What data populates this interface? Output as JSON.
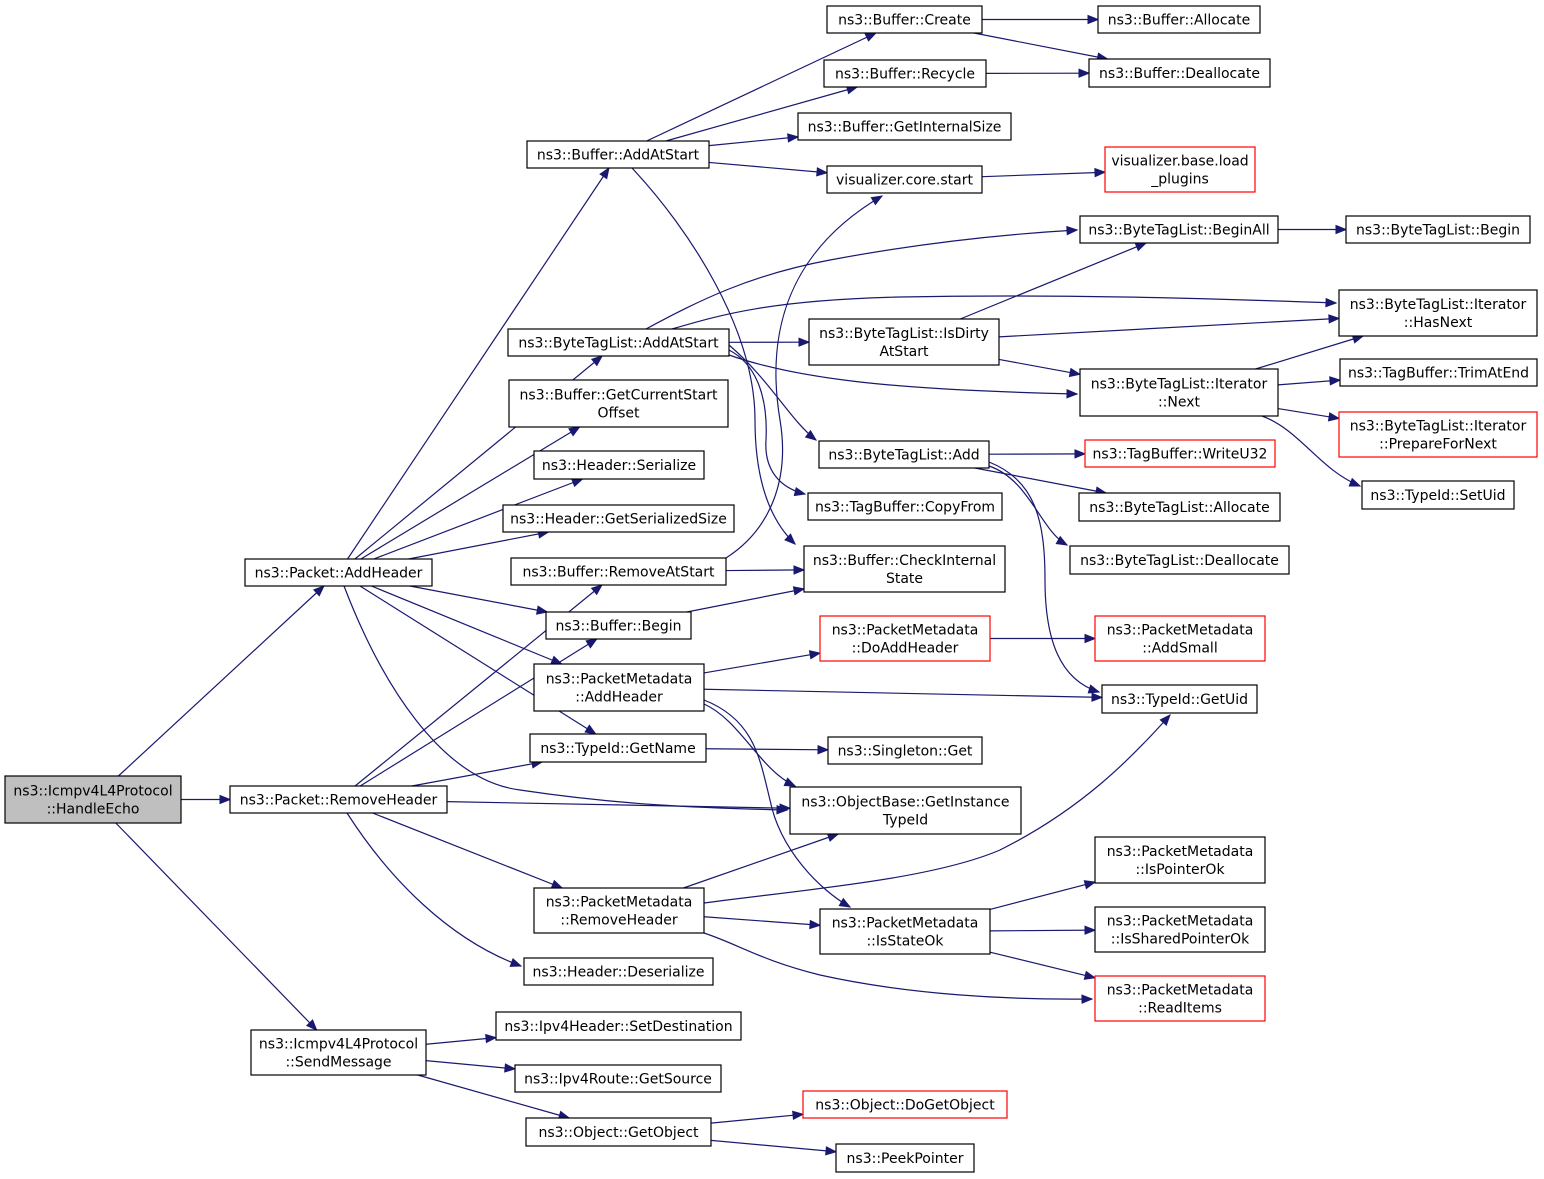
{
  "colors": {
    "edge": "#191970",
    "root_fill": "#bfbfbf",
    "truncated_border": "#ff0000",
    "border": "#000000"
  },
  "nodes": {
    "handle_echo": [
      "ns3::Icmpv4L4Protocol",
      "::HandleEcho"
    ],
    "packet_add_header": [
      "ns3::Packet::AddHeader"
    ],
    "packet_remove_header": [
      "ns3::Packet::RemoveHeader"
    ],
    "send_message": [
      "ns3::Icmpv4L4Protocol",
      "::SendMessage"
    ],
    "buffer_add_at_start": [
      "ns3::Buffer::AddAtStart"
    ],
    "bytetaglist_add_at_start": [
      "ns3::ByteTagList::AddAtStart"
    ],
    "buffer_get_current_start_offset": [
      "ns3::Buffer::GetCurrentStart",
      "Offset"
    ],
    "header_serialize": [
      "ns3::Header::Serialize"
    ],
    "header_get_serialized_size": [
      "ns3::Header::GetSerializedSize"
    ],
    "buffer_remove_at_start": [
      "ns3::Buffer::RemoveAtStart"
    ],
    "buffer_begin": [
      "ns3::Buffer::Begin"
    ],
    "pm_add_header": [
      "ns3::PacketMetadata",
      "::AddHeader"
    ],
    "typeid_get_name": [
      "ns3::TypeId::GetName"
    ],
    "pm_remove_header": [
      "ns3::PacketMetadata",
      "::RemoveHeader"
    ],
    "header_deserialize": [
      "ns3::Header::Deserialize"
    ],
    "ipv4header_set_destination": [
      "ns3::Ipv4Header::SetDestination"
    ],
    "ipv4route_get_source": [
      "ns3::Ipv4Route::GetSource"
    ],
    "object_get_object": [
      "ns3::Object::GetObject"
    ],
    "buffer_create": [
      "ns3::Buffer::Create"
    ],
    "buffer_recycle": [
      "ns3::Buffer::Recycle"
    ],
    "buffer_get_internal_size": [
      "ns3::Buffer::GetInternalSize"
    ],
    "visualizer_core_start": [
      "visualizer.core.start"
    ],
    "bytetaglist_is_dirty_at_start": [
      "ns3::ByteTagList::IsDirty",
      "AtStart"
    ],
    "bytetaglist_add": [
      "ns3::ByteTagList::Add"
    ],
    "tagbuffer_copy_from": [
      "ns3::TagBuffer::CopyFrom"
    ],
    "buffer_check_internal_state": [
      "ns3::Buffer::CheckInternal",
      "State"
    ],
    "pm_do_add_header": [
      "ns3::PacketMetadata",
      "::DoAddHeader"
    ],
    "singleton_get": [
      "ns3::Singleton::Get"
    ],
    "objectbase_get_instance_typeid": [
      "ns3::ObjectBase::GetInstance",
      "TypeId"
    ],
    "pm_is_state_ok": [
      "ns3::PacketMetadata",
      "::IsStateOk"
    ],
    "object_do_get_object": [
      "ns3::Object::DoGetObject"
    ],
    "peek_pointer": [
      "ns3::PeekPointer"
    ],
    "buffer_allocate": [
      "ns3::Buffer::Allocate"
    ],
    "buffer_deallocate": [
      "ns3::Buffer::Deallocate"
    ],
    "visualizer_load_plugins": [
      "visualizer.base.load",
      "_plugins"
    ],
    "bytetaglist_begin_all": [
      "ns3::ByteTagList::BeginAll"
    ],
    "iterator_has_next": [
      "ns3::ByteTagList::Iterator",
      "::HasNext"
    ],
    "iterator_next": [
      "ns3::ByteTagList::Iterator",
      "::Next"
    ],
    "tagbuffer_write_u32": [
      "ns3::TagBuffer::WriteU32"
    ],
    "bytetaglist_allocate": [
      "ns3::ByteTagList::Allocate"
    ],
    "bytetaglist_deallocate": [
      "ns3::ByteTagList::Deallocate"
    ],
    "pm_add_small": [
      "ns3::PacketMetadata",
      "::AddSmall"
    ],
    "typeid_get_uid": [
      "ns3::TypeId::GetUid"
    ],
    "pm_is_pointer_ok": [
      "ns3::PacketMetadata",
      "::IsPointerOk"
    ],
    "pm_is_shared_pointer_ok": [
      "ns3::PacketMetadata",
      "::IsSharedPointerOk"
    ],
    "pm_read_items": [
      "ns3::PacketMetadata",
      "::ReadItems"
    ],
    "bytetaglist_begin": [
      "ns3::ByteTagList::Begin"
    ],
    "tagbuffer_trim_at_end": [
      "ns3::TagBuffer::TrimAtEnd"
    ],
    "iterator_prepare_for_next": [
      "ns3::ByteTagList::Iterator",
      "::PrepareForNext"
    ],
    "typeid_set_uid": [
      "ns3::TypeId::SetUid"
    ]
  },
  "root": "handle_echo",
  "truncated": [
    "visualizer_load_plugins",
    "iterator_prepare_for_next",
    "tagbuffer_write_u32",
    "pm_do_add_header",
    "pm_add_small",
    "pm_read_items",
    "object_do_get_object"
  ],
  "edges": [
    [
      "handle_echo",
      "packet_add_header"
    ],
    [
      "handle_echo",
      "packet_remove_header"
    ],
    [
      "handle_echo",
      "send_message"
    ],
    [
      "packet_add_header",
      "buffer_add_at_start"
    ],
    [
      "packet_add_header",
      "bytetaglist_add_at_start"
    ],
    [
      "packet_add_header",
      "buffer_get_current_start_offset"
    ],
    [
      "packet_add_header",
      "header_serialize"
    ],
    [
      "packet_add_header",
      "header_get_serialized_size"
    ],
    [
      "packet_add_header",
      "buffer_begin"
    ],
    [
      "packet_add_header",
      "pm_add_header"
    ],
    [
      "packet_add_header",
      "typeid_get_name"
    ],
    [
      "packet_add_header",
      "objectbase_get_instance_typeid"
    ],
    [
      "packet_remove_header",
      "buffer_remove_at_start"
    ],
    [
      "packet_remove_header",
      "buffer_begin"
    ],
    [
      "packet_remove_header",
      "typeid_get_name"
    ],
    [
      "packet_remove_header",
      "objectbase_get_instance_typeid"
    ],
    [
      "packet_remove_header",
      "pm_remove_header"
    ],
    [
      "packet_remove_header",
      "header_deserialize"
    ],
    [
      "send_message",
      "ipv4header_set_destination"
    ],
    [
      "send_message",
      "ipv4route_get_source"
    ],
    [
      "send_message",
      "object_get_object"
    ],
    [
      "buffer_add_at_start",
      "buffer_create"
    ],
    [
      "buffer_add_at_start",
      "buffer_recycle"
    ],
    [
      "buffer_add_at_start",
      "buffer_get_internal_size"
    ],
    [
      "buffer_add_at_start",
      "visualizer_core_start"
    ],
    [
      "buffer_add_at_start",
      "buffer_check_internal_state"
    ],
    [
      "buffer_create",
      "buffer_allocate"
    ],
    [
      "buffer_create",
      "buffer_deallocate"
    ],
    [
      "buffer_recycle",
      "buffer_deallocate"
    ],
    [
      "visualizer_core_start",
      "visualizer_load_plugins"
    ],
    [
      "bytetaglist_add_at_start",
      "bytetaglist_begin_all"
    ],
    [
      "bytetaglist_add_at_start",
      "iterator_has_next"
    ],
    [
      "bytetaglist_add_at_start",
      "bytetaglist_is_dirty_at_start"
    ],
    [
      "bytetaglist_add_at_start",
      "iterator_next"
    ],
    [
      "bytetaglist_add_at_start",
      "bytetaglist_add"
    ],
    [
      "bytetaglist_add_at_start",
      "tagbuffer_copy_from"
    ],
    [
      "bytetaglist_is_dirty_at_start",
      "bytetaglist_begin_all"
    ],
    [
      "bytetaglist_is_dirty_at_start",
      "iterator_has_next"
    ],
    [
      "bytetaglist_is_dirty_at_start",
      "iterator_next"
    ],
    [
      "bytetaglist_begin_all",
      "bytetaglist_begin"
    ],
    [
      "iterator_next",
      "iterator_has_next"
    ],
    [
      "iterator_next",
      "tagbuffer_trim_at_end"
    ],
    [
      "iterator_next",
      "iterator_prepare_for_next"
    ],
    [
      "iterator_next",
      "typeid_set_uid"
    ],
    [
      "bytetaglist_add",
      "tagbuffer_write_u32"
    ],
    [
      "bytetaglist_add",
      "bytetaglist_allocate"
    ],
    [
      "bytetaglist_add",
      "bytetaglist_deallocate"
    ],
    [
      "bytetaglist_add",
      "typeid_get_uid"
    ],
    [
      "buffer_remove_at_start",
      "buffer_check_internal_state"
    ],
    [
      "buffer_remove_at_start",
      "visualizer_core_start"
    ],
    [
      "buffer_begin",
      "buffer_check_internal_state"
    ],
    [
      "pm_add_header",
      "pm_do_add_header"
    ],
    [
      "pm_add_header",
      "typeid_get_uid"
    ],
    [
      "pm_add_header",
      "objectbase_get_instance_typeid"
    ],
    [
      "pm_add_header",
      "pm_is_state_ok"
    ],
    [
      "pm_do_add_header",
      "pm_add_small"
    ],
    [
      "typeid_get_name",
      "singleton_get"
    ],
    [
      "pm_remove_header",
      "objectbase_get_instance_typeid"
    ],
    [
      "pm_remove_header",
      "typeid_get_uid"
    ],
    [
      "pm_remove_header",
      "pm_is_state_ok"
    ],
    [
      "pm_remove_header",
      "pm_read_items"
    ],
    [
      "pm_is_state_ok",
      "pm_is_pointer_ok"
    ],
    [
      "pm_is_state_ok",
      "pm_is_shared_pointer_ok"
    ],
    [
      "pm_is_state_ok",
      "pm_read_items"
    ],
    [
      "object_get_object",
      "object_do_get_object"
    ],
    [
      "object_get_object",
      "peek_pointer"
    ]
  ]
}
